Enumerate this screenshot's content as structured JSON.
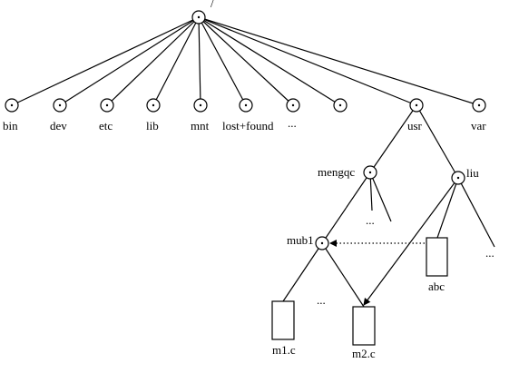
{
  "root_label": "/",
  "top_dirs": {
    "bin": "bin",
    "dev": "dev",
    "etc": "etc",
    "lib": "lib",
    "mnt": "mnt",
    "lost_found": "lost+found",
    "ellipsis": "...",
    "usr": "usr",
    "var": "var"
  },
  "usr_dirs": {
    "mengqc": "mengqc",
    "liu": "liu"
  },
  "mengqc_dirs": {
    "mub1": "mub1",
    "ellipsis": "..."
  },
  "liu_children": {
    "abc": "abc",
    "ellipsis": "..."
  },
  "mub1_children": {
    "m1c": "m1.c",
    "m2c": "m2.c",
    "ellipsis": "..."
  },
  "colors": {
    "line": "#000000",
    "background": "#ffffff"
  }
}
